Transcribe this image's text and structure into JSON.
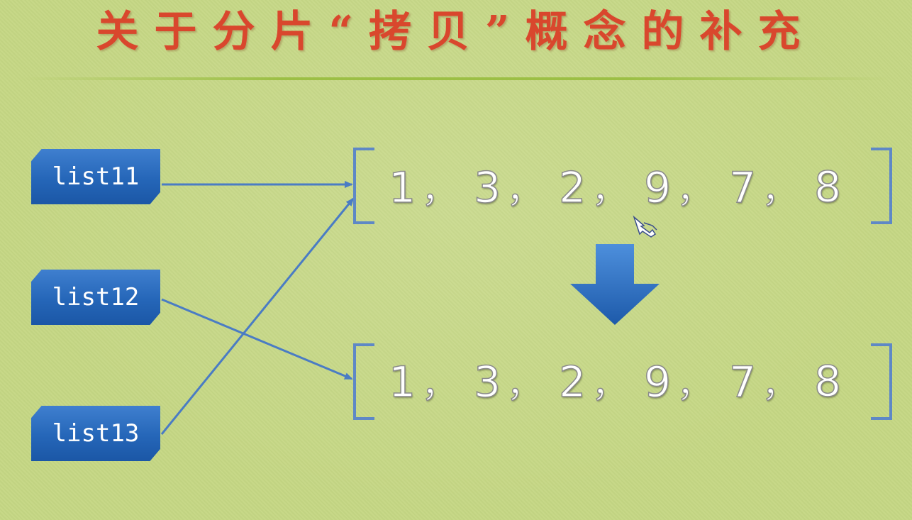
{
  "slide": {
    "title": "关于分片“拷贝”概念的补充"
  },
  "labels": [
    "list11",
    "list12",
    "list13"
  ],
  "arrays": {
    "top": [
      "1",
      "3",
      "2",
      "9",
      "7",
      "8"
    ],
    "bottom": [
      "1",
      "3",
      "2",
      "9",
      "7",
      "8"
    ],
    "separator": "，"
  },
  "colors": {
    "background": "#c5d784",
    "title": "#d9472d",
    "label_fill": "#2566b8",
    "connector": "#4a7cc4",
    "bracket": "#5e88c6",
    "down_arrow": "#2a6cc4"
  },
  "icons": {
    "down_arrow": "down-arrow-icon",
    "cursor": "hand-pointer-icon"
  }
}
